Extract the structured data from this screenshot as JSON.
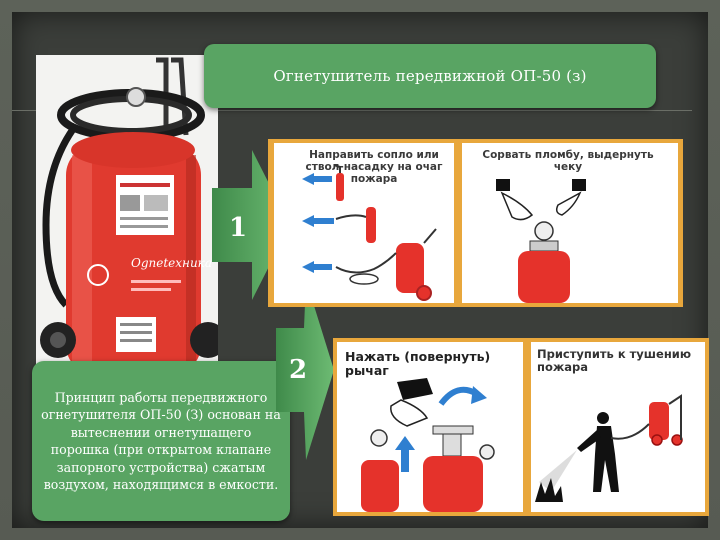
{
  "title": "Огнетушитель передвижной ОП-50 (з)",
  "description": "Принцип работы передвижного огнетушителя ОП-50 (З) основан на вытеснении огнетушащего порошка (при открытом клапане запорного устройства) сжатым воздухом, находящимся в емкости.",
  "steps": [
    {
      "number": "1"
    },
    {
      "number": "2"
    }
  ],
  "panels": {
    "p1a": "Направить сопло или ствол-насадку на очаг пожара",
    "p1b": "Сорвать пломбу, выдернуть чеку",
    "p2a": "Нажать (повернуть) рычаг",
    "p2b": "Приступить к тушению пожара"
  },
  "colors": {
    "green_box": "#59a463",
    "red": "#e5322b",
    "orange_frame": "#e8a73c",
    "blue_arrow": "#2f7fd0"
  }
}
